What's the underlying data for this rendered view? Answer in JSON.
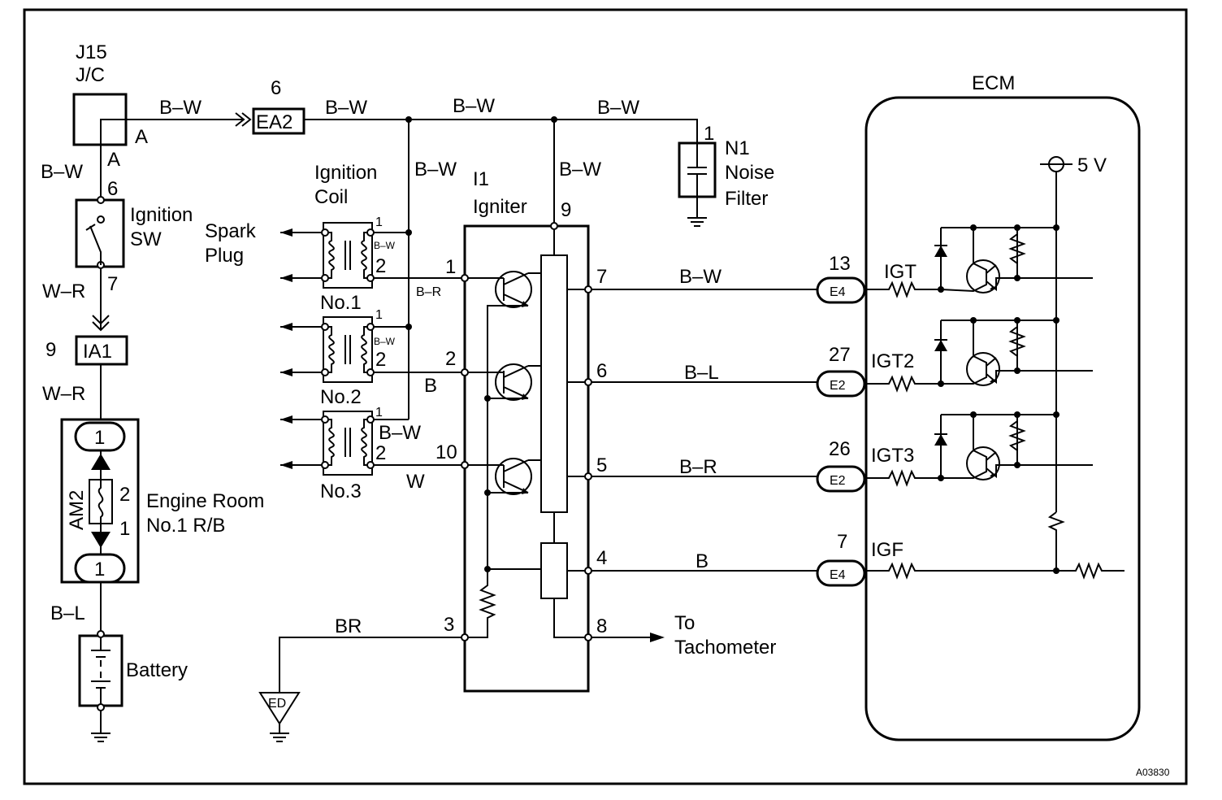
{
  "diagram": {
    "figure_id": "A03830",
    "jc": {
      "ref": "J15",
      "name": "J/C",
      "pin_a_top": "A",
      "pin_a_bottom": "A"
    },
    "connector_ea2": {
      "label": "EA2",
      "pin": "6"
    },
    "ignition_sw": {
      "line1": "Ignition",
      "line2": "SW",
      "pin_top": "6",
      "pin_bottom": "7"
    },
    "connector_ia1": {
      "label": "IA1",
      "pin": "9"
    },
    "relay_block": {
      "line1": "Engine Room",
      "line2": "No.1 R/B",
      "fuse": "AM2",
      "pin_top": "1",
      "pin_bottom": "1",
      "side_pin_top": "2",
      "side_pin_bottom": "1"
    },
    "battery": {
      "label": "Battery"
    },
    "ignition_coil": {
      "line1": "Ignition",
      "line2": "Coil"
    },
    "spark_plug": {
      "line1": "Spark",
      "line2": "Plug"
    },
    "coils": [
      {
        "name": "No.1",
        "pin1": "1",
        "pin2": "2",
        "pin1_wire": "B–W"
      },
      {
        "name": "No.2",
        "pin1": "1",
        "pin2": "2",
        "pin1_wire": "B–W"
      },
      {
        "name": "No.3",
        "pin1": "1",
        "pin2": "2",
        "pin1_wire": "B–W"
      }
    ],
    "igniter": {
      "ref": "I1",
      "name": "Igniter",
      "pin_power": "9",
      "pin_ground": "3",
      "pin_tach": "8"
    },
    "noise_filter": {
      "ref": "N1",
      "line1": "Noise",
      "line2": "Filter",
      "pin": "1"
    },
    "ground": {
      "label": "ED",
      "wire": "BR"
    },
    "tachometer": {
      "line1": "To",
      "line2": "Tachometer"
    },
    "ecm": {
      "label": "ECM",
      "vref": "5 V"
    },
    "wires": {
      "jc_down": "B–W",
      "jc_to_ea2": "B–W",
      "ea2_out": "B–W",
      "bus_mid": "B–W",
      "bus_right": "B–W",
      "coil_feed": "B–W",
      "igniter_feed": "B–W",
      "sw_out": "W–R",
      "ia1_out": "W–R",
      "battery_feed": "B–L"
    },
    "igniter_inputs": [
      {
        "pin": "1",
        "wire": "B–R"
      },
      {
        "pin": "2",
        "wire": "B"
      },
      {
        "pin": "10",
        "wire": "W"
      }
    ],
    "signals": [
      {
        "igniter_pin": "7",
        "wire": "B–W",
        "ecm_pin": "13",
        "connector": "E4",
        "name": "IGT"
      },
      {
        "igniter_pin": "6",
        "wire": "B–L",
        "ecm_pin": "27",
        "connector": "E2",
        "name": "IGT2"
      },
      {
        "igniter_pin": "5",
        "wire": "B–R",
        "ecm_pin": "26",
        "connector": "E2",
        "name": "IGT3"
      },
      {
        "igniter_pin": "4",
        "wire": "B",
        "ecm_pin": "7",
        "connector": "E4",
        "name": "IGF"
      }
    ]
  }
}
